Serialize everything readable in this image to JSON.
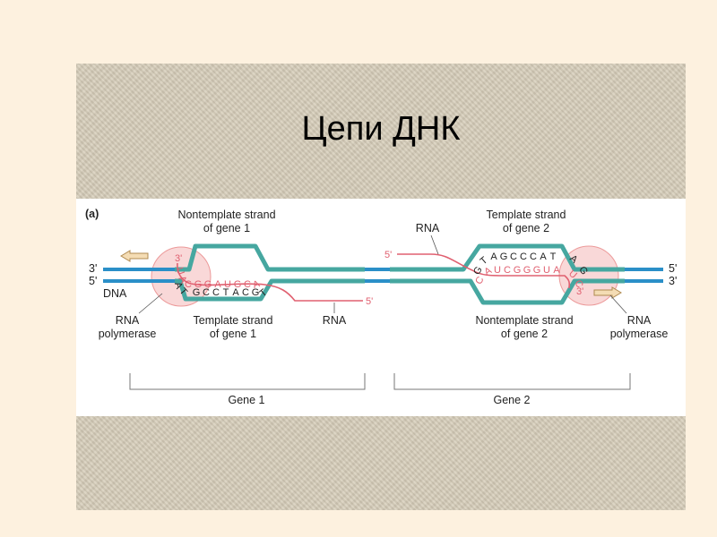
{
  "slide": {
    "title": "Цепи ДНК"
  },
  "figure": {
    "panel_label": "(a)",
    "end_labels": {
      "left_top": "3'",
      "left_bottom": "5'",
      "right_top": "5'",
      "right_bottom": "3'"
    },
    "dna_label": "DNA",
    "gene1": {
      "nontemplate_label": [
        "Nontemplate strand",
        "of gene 1"
      ],
      "template_label": [
        "Template strand",
        "of gene 1"
      ],
      "polymerase_label": [
        "RNA",
        "polymerase"
      ],
      "rna_label": "RNA",
      "rna_end": "5'",
      "rna_three_prime": "3'",
      "rna_sequence": [
        "U",
        "A",
        "C",
        "G",
        "G",
        "A",
        "U",
        "G",
        "C",
        "A"
      ],
      "template_sequence": [
        "A",
        "T",
        "G",
        "C",
        "C",
        "T",
        "A",
        "C",
        "G",
        "T"
      ],
      "gene_label": "Gene 1"
    },
    "gene2": {
      "template_label": [
        "Template strand",
        "of gene 2"
      ],
      "nontemplate_label": [
        "Nontemplate strand",
        "of gene 2"
      ],
      "polymerase_label": [
        "RNA",
        "polymerase"
      ],
      "rna_label": "RNA",
      "rna_start": "5'",
      "rna_three_prime": "3'",
      "template_sequence": [
        "G",
        "T",
        "A",
        "G",
        "C",
        "C",
        "C",
        "A",
        "T",
        "A",
        "G"
      ],
      "rna_sequence": [
        "C",
        "A",
        "U",
        "C",
        "G",
        "G",
        "G",
        "U",
        "A",
        "U",
        "C"
      ],
      "gene_label": "Gene 2"
    },
    "colors": {
      "dna_strand": "#46a7a0",
      "dna_line": "#2a8fc8",
      "rna": "#e06070",
      "polymerase": "#f6c8c8"
    }
  }
}
